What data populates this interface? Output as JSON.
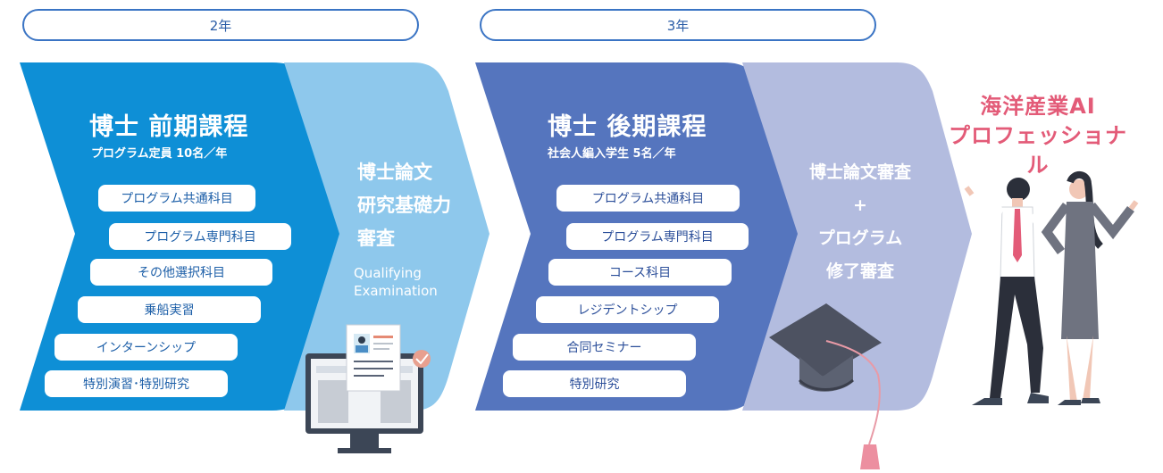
{
  "headers": {
    "year2": "2年",
    "year3": "3年"
  },
  "stage1": {
    "title": "博士 前期課程",
    "subtitle": "プログラム定員 10名／年",
    "items": [
      "プログラム共通科目",
      "プログラム専門科目",
      "その他選択科目",
      "乗船実習",
      "インターンシップ",
      "特別演習･特別研究"
    ]
  },
  "exam1": {
    "lines": [
      "博士論文",
      "研究基礎力",
      "審査"
    ],
    "sub": [
      "Qualifying",
      "Examination"
    ]
  },
  "stage2": {
    "title": "博士 後期課程",
    "subtitle": "社会人編入学生 5名／年",
    "items": [
      "プログラム共通科目",
      "プログラム専門科目",
      "コース科目",
      "レジデントシップ",
      "合同セミナー",
      "特別研究"
    ]
  },
  "exam2": {
    "lines": [
      "博士論文審査",
      "+",
      "プログラム",
      "修了審査"
    ]
  },
  "outcome": {
    "lines": [
      "海洋産業AI",
      "プロフェッショナル"
    ]
  },
  "colors": {
    "stage1": "#0e8fd6",
    "exam1": "#8ec8ec",
    "stage2": "#5575be",
    "exam2": "#b3bcdf",
    "accent": "#e35b78"
  }
}
